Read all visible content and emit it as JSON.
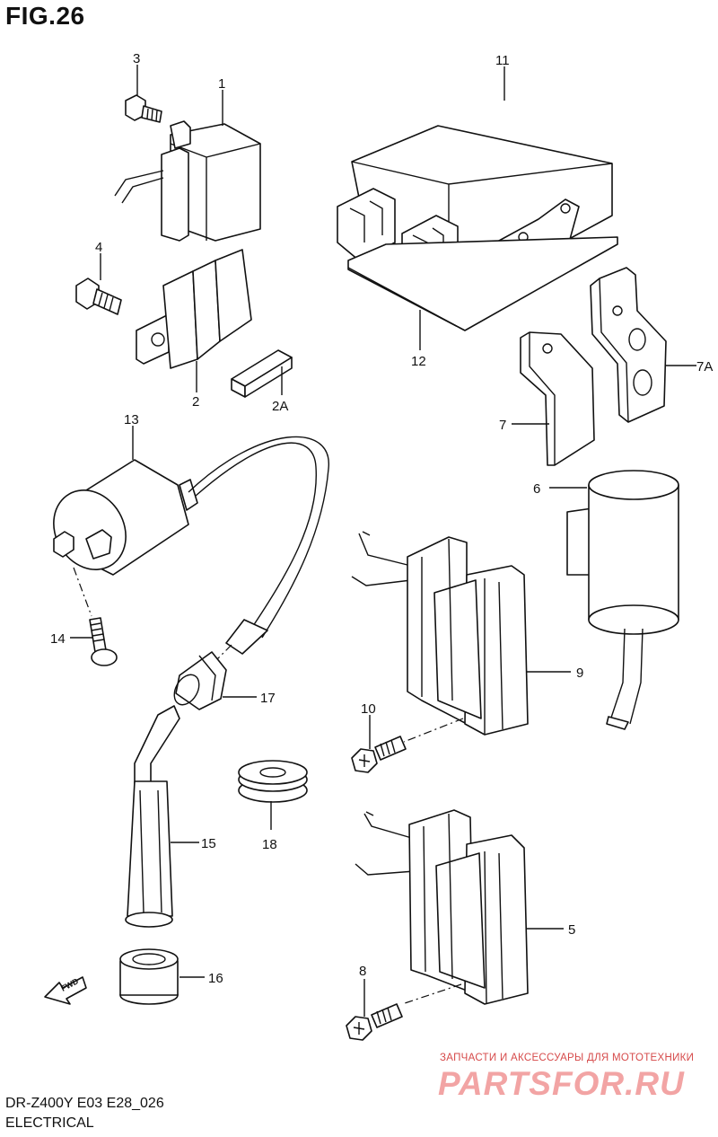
{
  "title": "FIG.26",
  "footer": {
    "model_code": "DR-Z400Y E03 E28_026",
    "section": "ELECTRICAL"
  },
  "watermark": {
    "tagline": "ЗАПЧАСТИ И АКСЕССУАРЫ ДЛЯ МОТОТЕХНИКИ",
    "brand": "PARTSFOR.RU"
  },
  "fwd_label": "FWD",
  "callouts": {
    "c1": "1",
    "c2": "2",
    "c2a": "2A",
    "c3": "3",
    "c4": "4",
    "c5": "5",
    "c6": "6",
    "c7": "7",
    "c7a": "7A",
    "c8": "8",
    "c9": "9",
    "c10": "10",
    "c11": "11",
    "c12": "12",
    "c13": "13",
    "c14": "14",
    "c15": "15",
    "c16": "16",
    "c17": "17",
    "c18": "18"
  }
}
